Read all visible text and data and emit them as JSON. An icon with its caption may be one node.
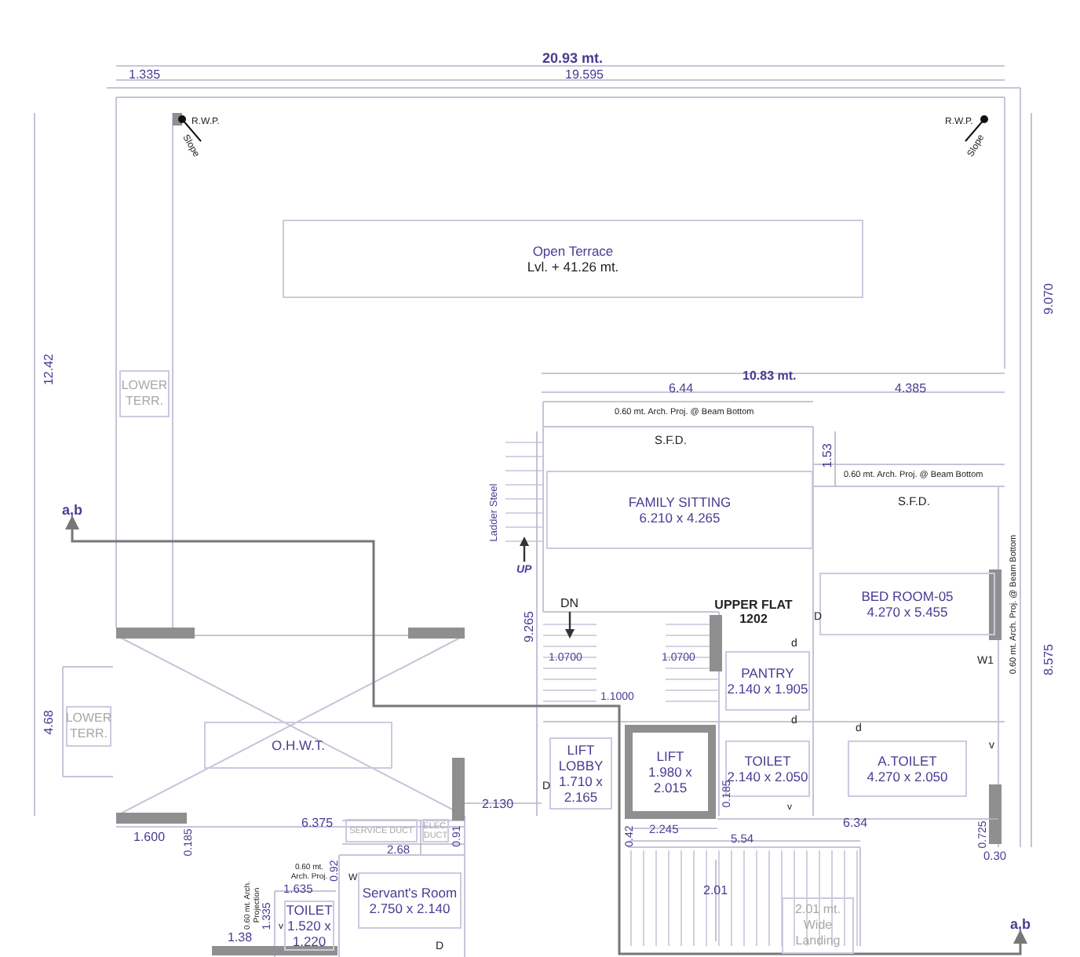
{
  "diagram": {
    "nodes": [
      {
        "text": [
          "Open Terrace",
          "Lvl. + 41.26 mt."
        ]
      },
      {
        "text": [
          "LOWER TERR."
        ]
      },
      {
        "text": [
          "FAMILY SITTING",
          "6.210 x 4.265"
        ]
      },
      {
        "text": [
          "BED ROOM-05",
          "4.270 x 5.455"
        ]
      },
      {
        "text": [
          "O.H.W.T."
        ]
      },
      {
        "text": [
          "LOWER TERR."
        ]
      },
      {
        "text": [
          "PANTRY",
          "2.140 x 1.905"
        ]
      },
      {
        "text": [
          "LIFT LOBBY",
          "1.710 x 2.165"
        ]
      },
      {
        "text": [
          "LIFT",
          "1.980 x 2.015"
        ]
      },
      {
        "text": [
          "TOILET",
          "2.140 x 2.050"
        ]
      },
      {
        "text": [
          "A.TOILET",
          "4.270 x 2.050"
        ]
      },
      {
        "text": [
          "SERVICE DUCT"
        ]
      },
      {
        "text": [
          "ELEC. DUCT"
        ]
      },
      {
        "text": [
          "Servant's Room",
          "2.750 x 2.140"
        ]
      },
      {
        "text": [
          "TOILET",
          "1.520 x 1.220"
        ]
      },
      {
        "text": [
          "2.01 mt. Wide Landing"
        ]
      },
      {
        "text": [
          "a,b"
        ]
      },
      {
        "text": [
          "a,b"
        ]
      }
    ],
    "edges": [
      {
        "from": 16,
        "to": 17,
        "arrow": "both"
      }
    ],
    "labels": [
      "20.93 mt.",
      "1.335",
      "19.595",
      "R.W.P.",
      "Slope",
      "R.W.P.",
      "Slope",
      "9.070",
      "12.42",
      "10.83 mt.",
      "6.44",
      "4.385",
      "0.60 mt. Arch. Proj. @ Beam Bottom",
      "S.F.D.",
      "1.53",
      "0.60 mt. Arch. Proj. @ Beam Bottom",
      "S.F.D.",
      "Ladder Steel",
      "UP",
      "9.265",
      "0.60 mt. Arch. Proj. @ Beam Bottom",
      "DN",
      "UPPER FLAT 1202",
      "D",
      "8.575",
      "d",
      "W1",
      "1.0700",
      "1.0700",
      "1.1000",
      "4.68",
      "d",
      "d",
      "D",
      "v",
      "2.130",
      "1.600",
      "0.185",
      "6.375",
      "2.68",
      "0.91",
      "0.92",
      "0.60 mt. Arch. Proj.",
      "W",
      "1.635",
      "0.60 mt. Arch. Projection",
      "1.335",
      "v",
      "1.38",
      "D",
      "0.185",
      "0.42",
      "2.245",
      "v",
      "6.34",
      "5.54",
      "0.725",
      "0.30",
      "2.01"
    ]
  }
}
